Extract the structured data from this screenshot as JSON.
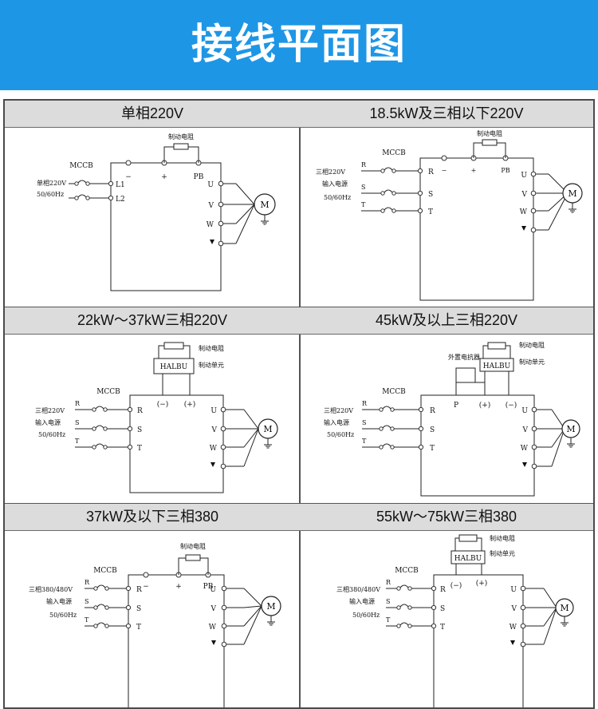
{
  "banner": {
    "title": "接线平面图",
    "color": "#1e96e6"
  },
  "panels": [
    {
      "title": "单相220V",
      "brake_resistor": "制动电阻",
      "breaker": "MCCB",
      "input_labels": [
        "单相220V",
        "50/60Hz"
      ],
      "left_terminals": [
        "L1",
        "L2"
      ],
      "top_terminals": [
        "−",
        "+",
        "PB"
      ],
      "outputs": [
        "U",
        "V",
        "W"
      ],
      "motor": "M"
    },
    {
      "title": "18.5kW及三相以下220V",
      "brake_resistor": "制动电阻",
      "breaker": "MCCB",
      "input_labels": [
        "三相220V",
        "输入电源",
        "50/60Hz"
      ],
      "phases": [
        "R",
        "S",
        "T"
      ],
      "top_terminals": [
        "−",
        "+",
        "PB"
      ],
      "outputs": [
        "U",
        "V",
        "W"
      ],
      "motor": "M"
    },
    {
      "title": "22kW～37kW三相220V",
      "brake_resistor": "制动电阻",
      "brake_unit": "制动单元",
      "unit_box": "HALBU",
      "breaker": "MCCB",
      "input_labels": [
        "三相220V",
        "输入电源",
        "50/60Hz"
      ],
      "phases": [
        "R",
        "S",
        "T"
      ],
      "top_terminals": [
        "(−)",
        "(+)"
      ],
      "outputs": [
        "U",
        "V",
        "W"
      ],
      "motor": "M"
    },
    {
      "title": "45kW及以上三相220V",
      "brake_resistor": "制动电阻",
      "brake_unit": "制动单元",
      "unit_box": "HALBU",
      "reactor": "外置电抗器",
      "breaker": "MCCB",
      "input_labels": [
        "三相220V",
        "输入电源",
        "50/60Hz"
      ],
      "phases": [
        "R",
        "S",
        "T"
      ],
      "top_terminals": [
        "P",
        "(+)",
        "(−)"
      ],
      "outputs": [
        "U",
        "V",
        "W"
      ],
      "motor": "M"
    },
    {
      "title": "37kW及以下三相380",
      "brake_resistor": "制动电阻",
      "breaker": "MCCB",
      "input_labels": [
        "三相380/480V",
        "输入电源",
        "50/60Hz"
      ],
      "phases": [
        "R",
        "S",
        "T"
      ],
      "top_terminals": [
        "−",
        "+",
        "PB"
      ],
      "outputs": [
        "U",
        "V",
        "W"
      ],
      "motor": "M"
    },
    {
      "title": "55kW～75kW三相380",
      "brake_resistor": "制动电阻",
      "brake_unit": "制动单元",
      "unit_box": "HALBU",
      "breaker": "MCCB",
      "input_labels": [
        "三相380/480V",
        "输入电源",
        "50/60Hz"
      ],
      "phases": [
        "R",
        "S",
        "T"
      ],
      "top_terminals": [
        "(−)",
        "(+)"
      ],
      "outputs": [
        "U",
        "V",
        "W"
      ],
      "motor": "M"
    }
  ]
}
